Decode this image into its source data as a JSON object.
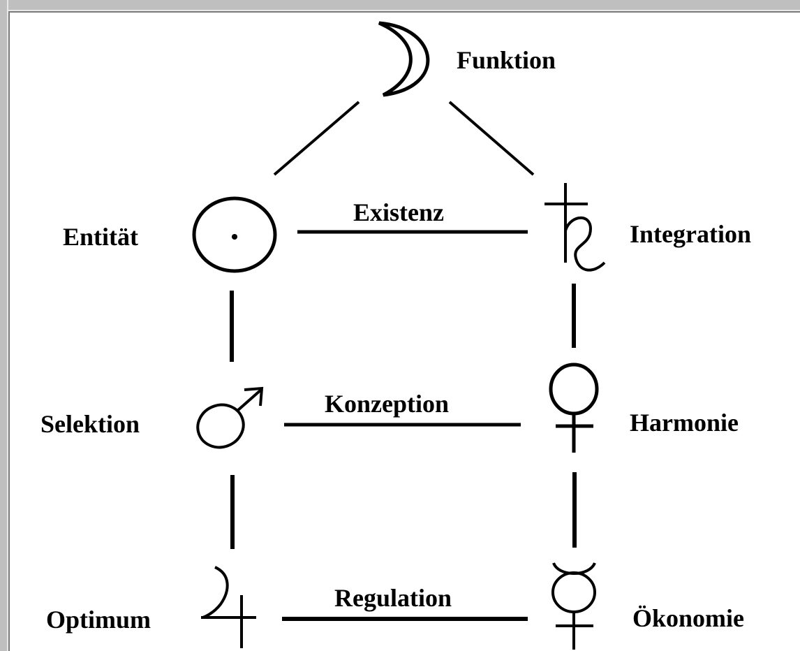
{
  "nodes": {
    "funktion": {
      "label": "Funktion",
      "icon": "moon-icon"
    },
    "entitaet": {
      "label": "Entität",
      "icon": "sun-icon"
    },
    "integration": {
      "label": "Integration",
      "icon": "saturn-icon"
    },
    "selektion": {
      "label": "Selektion",
      "icon": "mars-icon"
    },
    "harmonie": {
      "label": "Harmonie",
      "icon": "venus-icon"
    },
    "optimum": {
      "label": "Optimum",
      "icon": "jupiter-icon"
    },
    "oekonomie": {
      "label": "Ökonomie",
      "icon": "mercury-icon"
    }
  },
  "edges": {
    "existenz": "Existenz",
    "konzeption": "Konzeption",
    "regulation": "Regulation"
  }
}
